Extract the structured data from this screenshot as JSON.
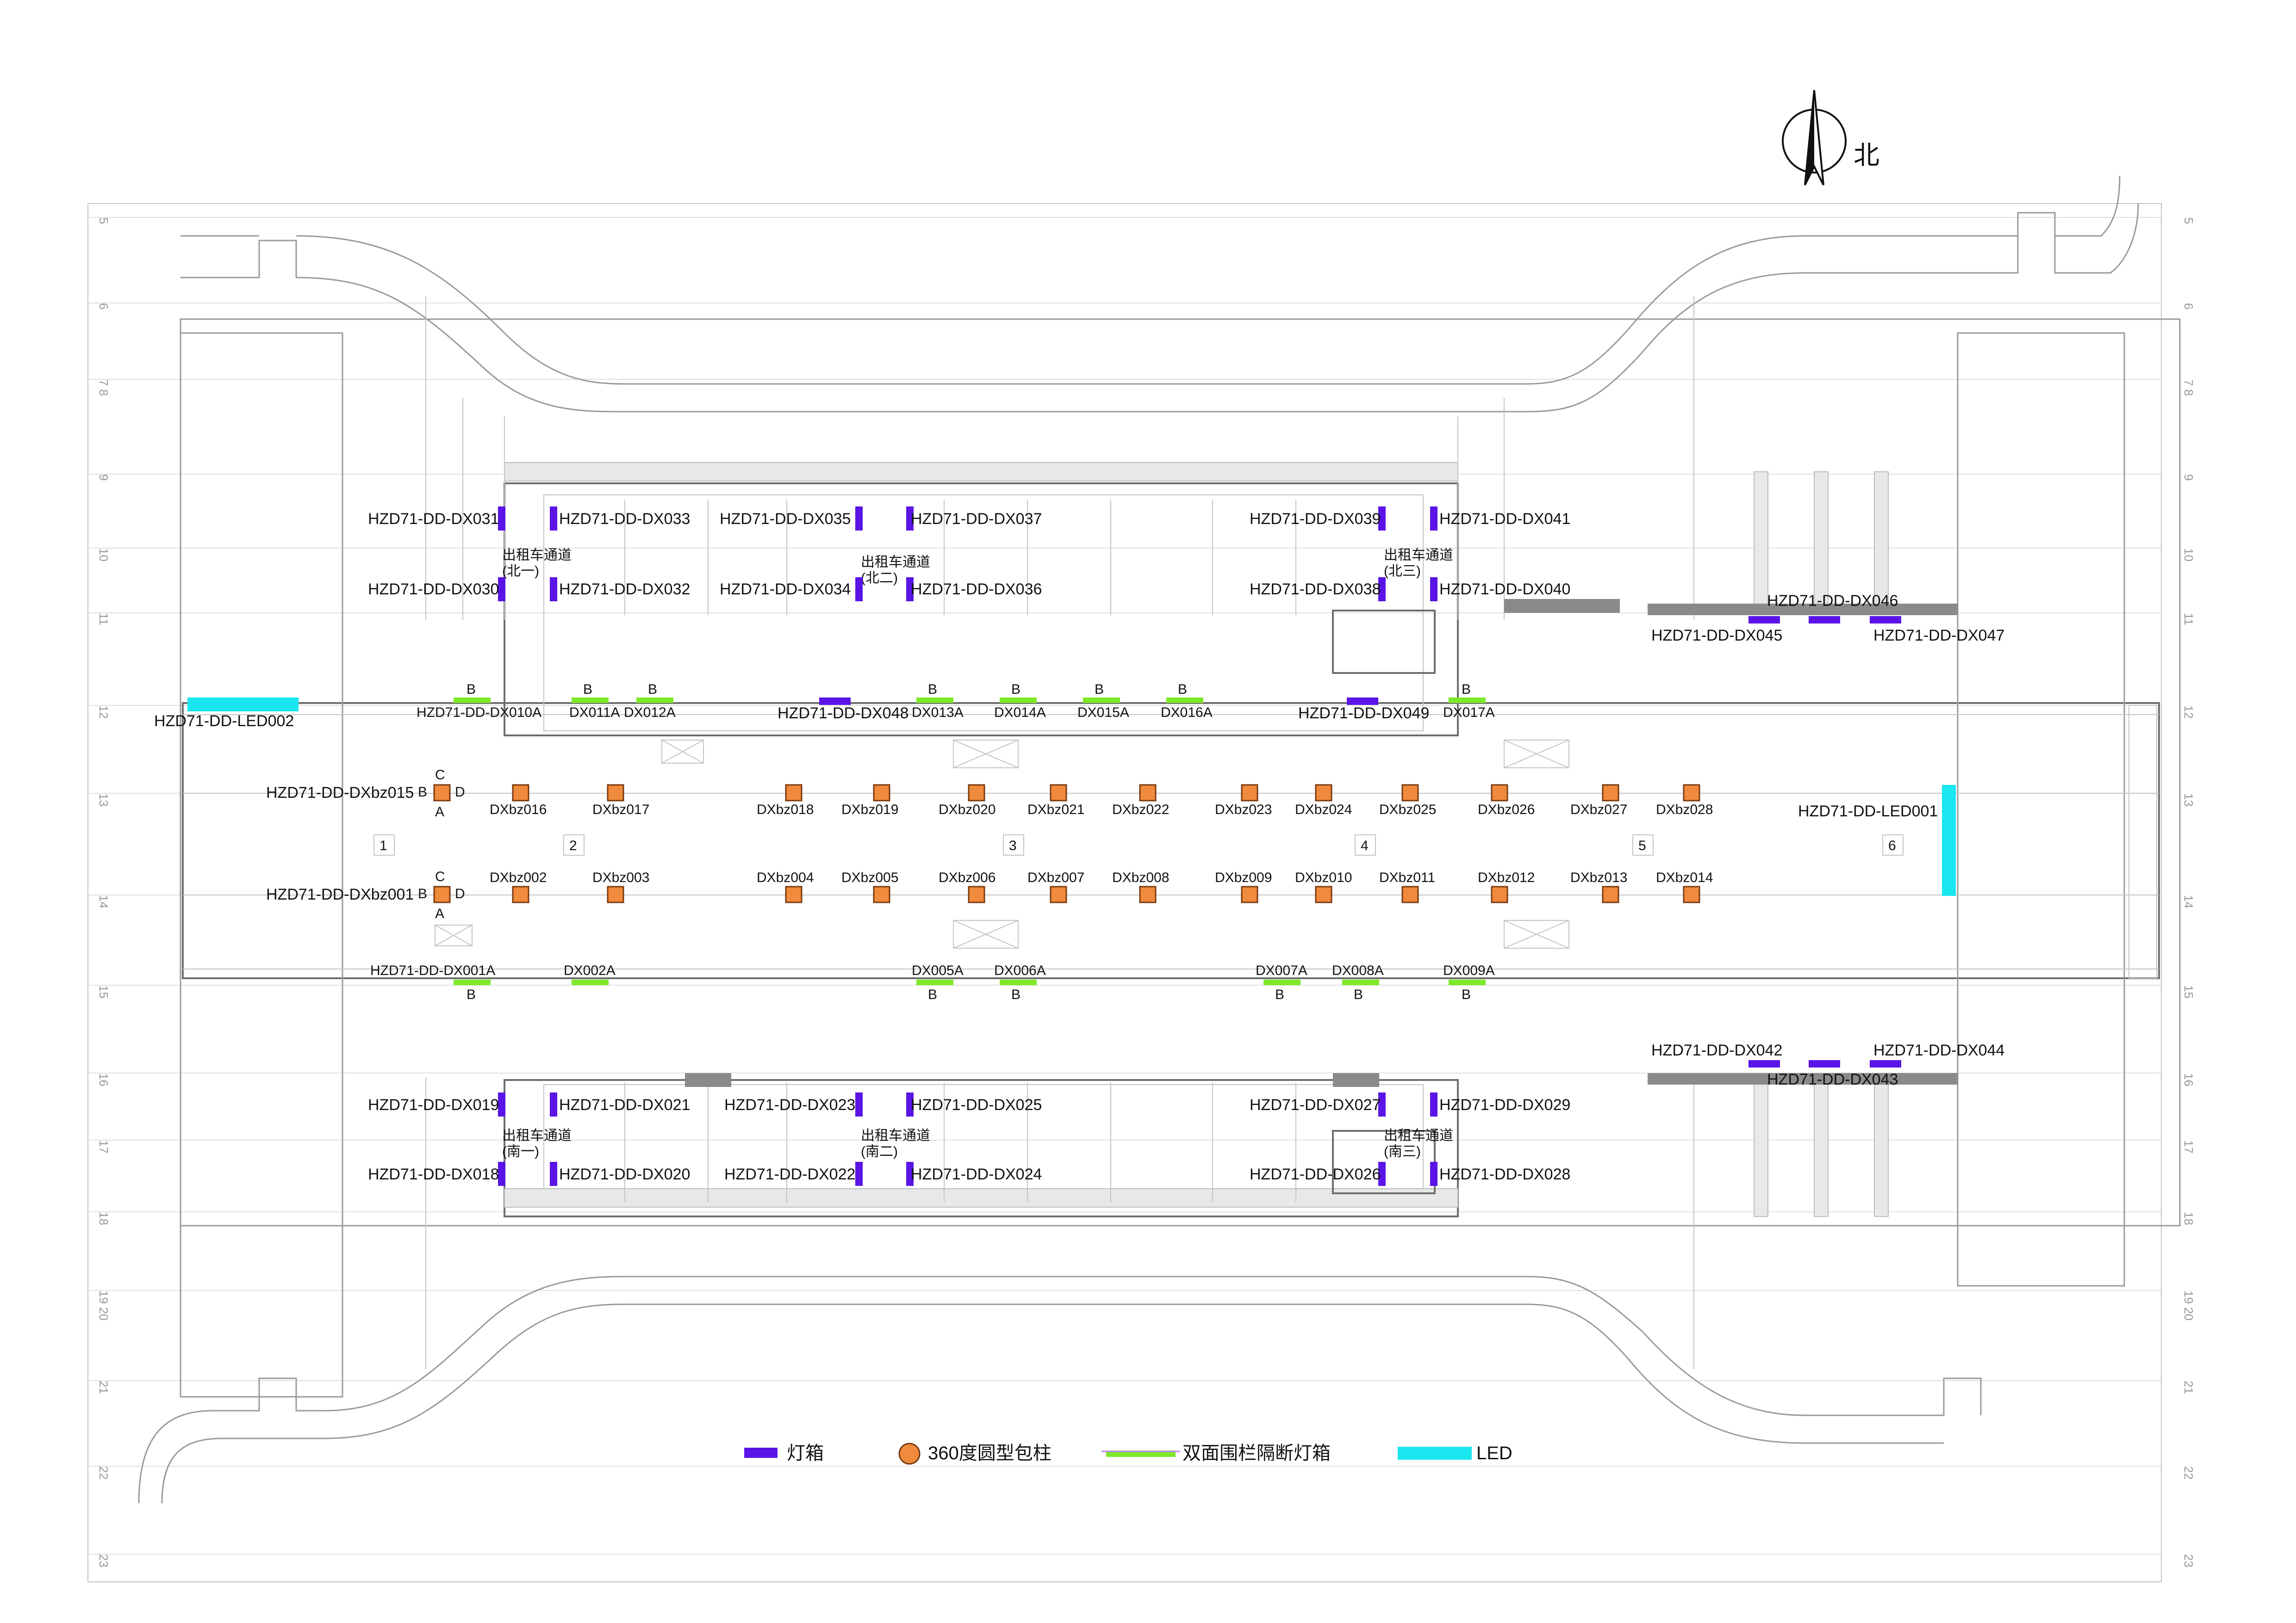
{
  "north_label": "北",
  "colors": {
    "lightbox": "#5a14e6",
    "column": "#f08a3c",
    "fence": "#7ee82a",
    "led": "#19e6ef"
  },
  "axis_numbers": [
    "5",
    "6",
    "7 8",
    "9",
    "10",
    "11",
    "12",
    "13",
    "14",
    "15",
    "16",
    "17",
    "18",
    "19 20",
    "21",
    "22",
    "23"
  ],
  "legend": {
    "lightbox": "灯箱",
    "column": "360度圆型包柱",
    "fence": "双面围栏隔断灯箱",
    "led": "LED"
  },
  "taxi_channels": {
    "north1": "出租车通道\n(北一)",
    "north2": "出租车通道\n(北二)",
    "north3": "出租车通道\n(北三)",
    "south1": "出租车通道\n(南一)",
    "south2": "出租车通道\n(南二)",
    "south3": "出租车通道\n(南三)"
  },
  "labels": {
    "dx031": "HZD71-DD-DX031",
    "dx033": "HZD71-DD-DX033",
    "dx035": "HZD71-DD-DX035",
    "dx037": "HZD71-DD-DX037",
    "dx039": "HZD71-DD-DX039",
    "dx041": "HZD71-DD-DX041",
    "dx030": "HZD71-DD-DX030",
    "dx032": "HZD71-DD-DX032",
    "dx034": "HZD71-DD-DX034",
    "dx036": "HZD71-DD-DX036",
    "dx038": "HZD71-DD-DX038",
    "dx040": "HZD71-DD-DX040",
    "dx045": "HZD71-DD-DX045",
    "dx046": "HZD71-DD-DX046",
    "dx047": "HZD71-DD-DX047",
    "led002": "HZD71-DD-LED002",
    "led001": "HZD71-DD-LED001",
    "dx010a": "HZD71-DD-DX010A",
    "dx011a": "DX011A",
    "dx012a": "DX012A",
    "dx048": "HZD71-DD-DX048",
    "dx013a": "DX013A",
    "dx014a": "DX014A",
    "dx015a": "DX015A",
    "dx016a": "DX016A",
    "dx049": "HZD71-DD-DX049",
    "dx017a": "DX017A",
    "dxbz015": "HZD71-DD-DXbz015",
    "dxbz001": "HZD71-DD-DXbz001",
    "bz016": "DXbz016",
    "bz017": "DXbz017",
    "bz018": "DXbz018",
    "bz019": "DXbz019",
    "bz020": "DXbz020",
    "bz021": "DXbz021",
    "bz022": "DXbz022",
    "bz023": "DXbz023",
    "bz024": "DXbz024",
    "bz025": "DXbz025",
    "bz026": "DXbz026",
    "bz027": "DXbz027",
    "bz028": "DXbz028",
    "bz002": "DXbz002",
    "bz003": "DXbz003",
    "bz004": "DXbz004",
    "bz005": "DXbz005",
    "bz006": "DXbz006",
    "bz007": "DXbz007",
    "bz008": "DXbz008",
    "bz009": "DXbz009",
    "bz010": "DXbz010",
    "bz011": "DXbz011",
    "bz012": "DXbz012",
    "bz013": "DXbz013",
    "bz014": "DXbz014",
    "dx001a": "HZD71-DD-DX001A",
    "dx002a": "DX002A",
    "dx005a": "DX005A",
    "dx006a": "DX006A",
    "dx007a": "DX007A",
    "dx008a": "DX008A",
    "dx009a": "DX009A",
    "dx042": "HZD71-DD-DX042",
    "dx043": "HZD71-DD-DX043",
    "dx044": "HZD71-DD-DX044",
    "dx019": "HZD71-DD-DX019",
    "dx021": "HZD71-DD-DX021",
    "dx023": "HZD71-DD-DX023",
    "dx025": "HZD71-DD-DX025",
    "dx027": "HZD71-DD-DX027",
    "dx029": "HZD71-DD-DX029",
    "dx018": "HZD71-DD-DX018",
    "dx020": "HZD71-DD-DX020",
    "dx022": "HZD71-DD-DX022",
    "dx024": "HZD71-DD-DX024",
    "dx026": "HZD71-DD-DX026",
    "dx028": "HZD71-DD-DX028"
  },
  "markers": {
    "a": "A",
    "b": "B",
    "c": "C",
    "d": "D"
  },
  "zone_numbers": [
    "1",
    "2",
    "3",
    "4",
    "5",
    "6"
  ]
}
